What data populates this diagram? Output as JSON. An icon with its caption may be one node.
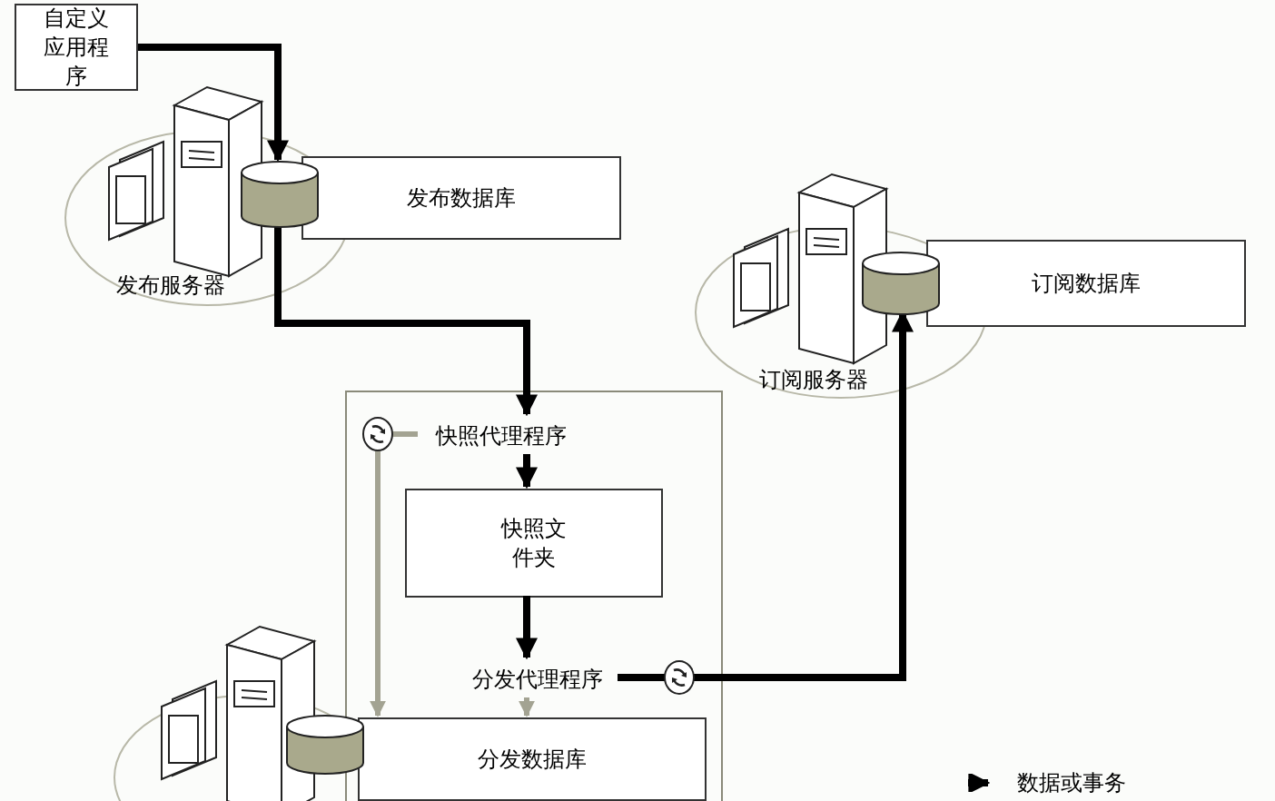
{
  "diagram": {
    "nodes": [
      {
        "text": [
          "自定义应用程序"
        ]
      },
      {
        "text": [
          "发布服务器"
        ]
      },
      {
        "text": [],
        "shape": "cylinder"
      },
      {
        "text": [
          "发布数据库"
        ]
      },
      {
        "text": [
          "订阅服务器"
        ]
      },
      {
        "text": [],
        "shape": "cylinder"
      },
      {
        "text": [
          "订阅数据库"
        ]
      },
      {
        "text": [],
        "shape": "box"
      },
      {
        "text": [
          "快照代理程序"
        ],
        "in": 7
      },
      {
        "text": [
          "快照文件夹"
        ],
        "in": 7
      },
      {
        "text": [
          "分发代理程序"
        ],
        "in": 7
      },
      {
        "text": [
          "分发数据库"
        ],
        "in": 7
      },
      {
        "text": [],
        "shape": "cylinder"
      }
    ],
    "edges": [
      {
        "from": 0,
        "to": 2,
        "arrow": "to"
      },
      {
        "from": 2,
        "to": 8,
        "arrow": "to"
      },
      {
        "from": 8,
        "to": 9,
        "arrow": "to"
      },
      {
        "from": 9,
        "to": 10,
        "arrow": "to"
      },
      {
        "from": 8,
        "to": 11,
        "arrow": "to",
        "color": "#a3a392"
      },
      {
        "from": 10,
        "to": 11,
        "arrow": "to",
        "color": "#a3a392"
      },
      {
        "from": 10,
        "to": 5,
        "arrow": "to"
      }
    ],
    "legend": [
      {
        "text": "数据或事务"
      }
    ]
  }
}
